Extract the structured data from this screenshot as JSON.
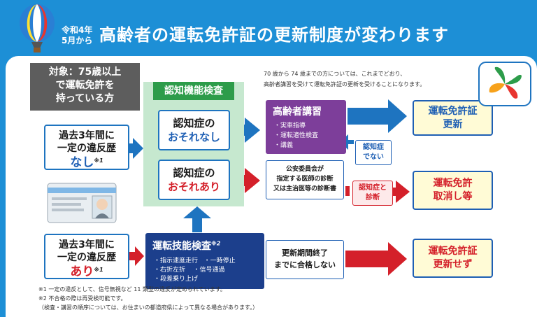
{
  "header": {
    "date_line1": "令和4年",
    "date_line2": "5月から",
    "title": "高齢者の運転免許証の更新制度が変わります"
  },
  "target": {
    "line1": "対象：75歳以上",
    "line2": "で運転免許を",
    "line3": "持っている方"
  },
  "top_note": {
    "line1": "70 歳から 74 歳までの方については、これまでどおり、",
    "line2": "高齢者講習を受けて運転免許証の更新を受けることになります。"
  },
  "history_none": {
    "line1": "過去3年間に",
    "line2": "一定の違反歴",
    "emph": "なし",
    "mark": "※1"
  },
  "history_some": {
    "line1": "過去3年間に",
    "line2": "一定の違反歴",
    "emph": "あり",
    "mark": "※1"
  },
  "cognitive": {
    "label": "認知機能検査",
    "no_risk": {
      "line1": "認知症の",
      "line2": "おそれなし"
    },
    "risk": {
      "line1": "認知症の",
      "line2": "おそれあり"
    }
  },
  "skill_test": {
    "title": "運転技能検査",
    "mark": "※2",
    "items": [
      "・指示速度走行",
      "・一時停止",
      "・右折左折",
      "・信号通過",
      "・段差乗り上げ"
    ]
  },
  "lecture": {
    "title": "高齢者講習",
    "items": [
      "・実車指導",
      "・運転適性検査",
      "・講義"
    ]
  },
  "commission": {
    "line1": "公安委員会が",
    "line2": "指定する医師の診断",
    "line3": "又は主治医等の診断書"
  },
  "not_dementia": {
    "line1": "認知症",
    "line2": "でない"
  },
  "dementia": {
    "line1": "認知症と",
    "line2": "診断"
  },
  "fail": {
    "line1": "更新期間終了",
    "line2": "までに合格しない"
  },
  "results": {
    "renew": {
      "line1": "運転免許証",
      "line2": "更新"
    },
    "revoke": {
      "line1": "運転免許",
      "line2": "取消し等"
    },
    "no_renew": {
      "line1": "運転免許証",
      "line2": "更新せず"
    }
  },
  "footnotes": [
    "※1 一定の違反として、信号無視など 11 類型の違反が定められています。",
    "※2 不合格の際は再受検可能です。",
    "（検査・講習の順序については、お住まいの都道府県によって異なる場合があります。）"
  ],
  "colors": {
    "background": "#1d8fd6",
    "arrow_blue": "#1e74c0",
    "arrow_red": "#d4202a",
    "green": "#2d9c4a",
    "purple": "#7d3e9a",
    "navy": "#1c3f8c",
    "result_fill": "#fffbd6"
  }
}
